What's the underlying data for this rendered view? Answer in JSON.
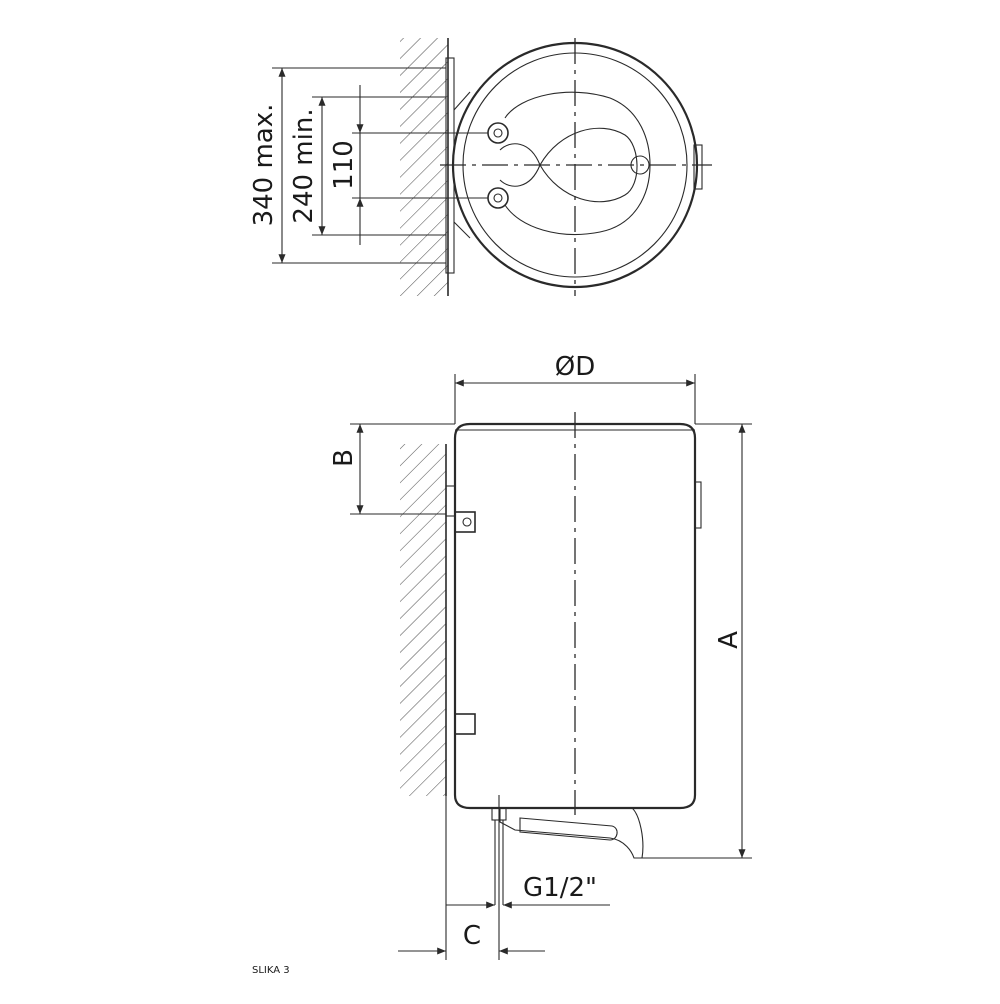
{
  "figure": {
    "caption": "SLIKA 3"
  },
  "top_view": {
    "dim_max": "340 max.",
    "dim_min": "240 min.",
    "dim_spacing": "110"
  },
  "side_view": {
    "diameter_label": "ØD",
    "height_label": "A",
    "top_offset_label": "B",
    "wall_offset_label": "C",
    "pipe_label": "G1/2\""
  },
  "colors": {
    "line": "#2a2a2a",
    "background": "#ffffff"
  }
}
